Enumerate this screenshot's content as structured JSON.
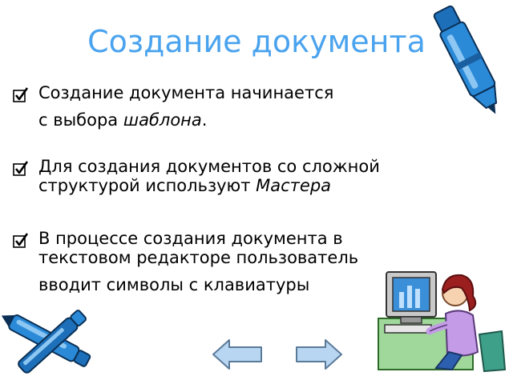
{
  "slide": {
    "title": "Создание документа",
    "bullets": [
      {
        "lines": [
          {
            "plain": "Создание документа начинается",
            "italic": ""
          },
          {
            "plain": "с выбора ",
            "italic": "шаблона",
            "after": "."
          }
        ]
      },
      {
        "lines": [
          {
            "plain": "Для создания документов со сложной",
            "italic": ""
          },
          {
            "plain": "структурой используют ",
            "italic": "Мастера"
          }
        ]
      },
      {
        "lines": [
          {
            "plain": "В процессе создания документа в",
            "italic": ""
          },
          {
            "plain": "текстовом редакторе пользователь",
            "italic": ""
          },
          {
            "plain": "вводит символы с клавиатуры",
            "italic": ""
          }
        ]
      }
    ]
  },
  "colors": {
    "title": "#4aa3ee",
    "marker_blue": "#1c6fb8",
    "nav_arrow": "#b8d6f2"
  },
  "icons": {
    "bullet": "checkmark-bullet-icon",
    "pen_top": "marker-pen-icon",
    "pens_bottom": "crossed-markers-icon",
    "user": "woman-at-computer-icon",
    "prev": "back-arrow-icon",
    "next": "forward-arrow-icon"
  }
}
